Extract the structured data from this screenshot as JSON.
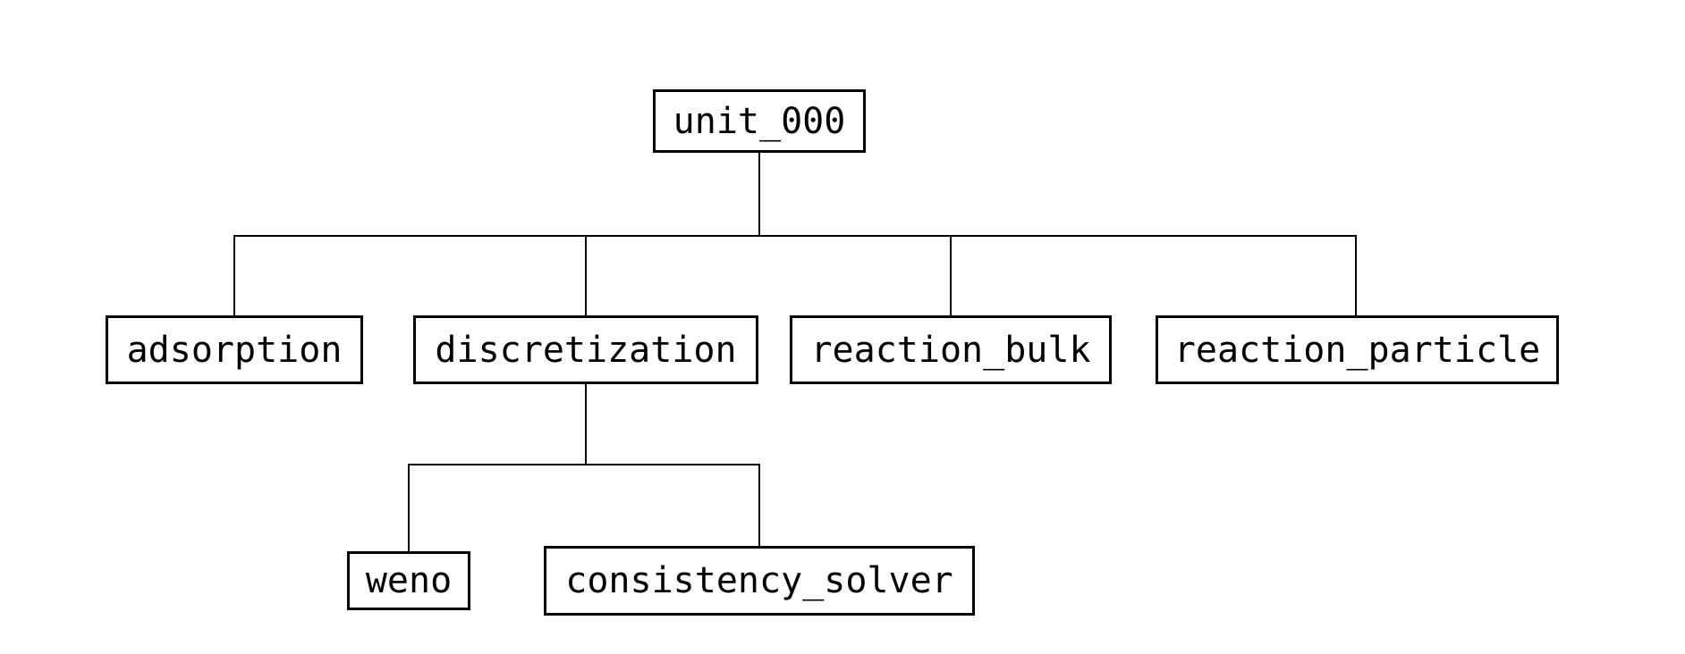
{
  "diagram": {
    "type": "tree",
    "colors": {
      "background": "#ffffff",
      "box_fill": "#ffffff",
      "box_border": "#000000",
      "text": "#000000",
      "connector": "#000000"
    },
    "root": {
      "label": "unit_000",
      "children": [
        {
          "label": "adsorption",
          "children": []
        },
        {
          "label": "discretization",
          "children": [
            {
              "label": "weno",
              "children": []
            },
            {
              "label": "consistency_solver",
              "children": []
            }
          ]
        },
        {
          "label": "reaction_bulk",
          "children": []
        },
        {
          "label": "reaction_particle",
          "children": []
        }
      ]
    }
  },
  "nodes": {
    "unit_000": "unit_000",
    "adsorption": "adsorption",
    "discretization": "discretization",
    "reaction_bulk": "reaction_bulk",
    "reaction_particle": "reaction_particle",
    "weno": "weno",
    "consistency_solver": "consistency_solver"
  }
}
